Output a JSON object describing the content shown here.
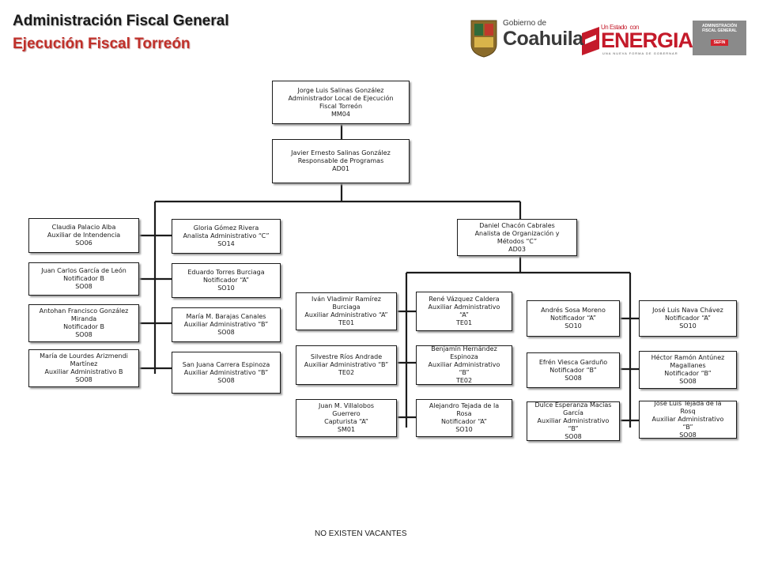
{
  "header": {
    "title": "Administración Fiscal General",
    "subtitle": "Ejecución Fiscal Torreón"
  },
  "logos": {
    "coahuila_small": "Gobierno de",
    "coahuila_big": "Coahuila",
    "energia_top": "Un Estado",
    "energia_con": "con",
    "energia_main": "ENERGIA",
    "energia_tag": "UNA NUEVA FORMA DE GOBERNAR",
    "afg_line1": "ADMINISTRACIÓN",
    "afg_line2": "FISCAL GENERAL",
    "afg_sefin": "SEFIN",
    "colors": {
      "red": "#c41a2a",
      "gray": "#8a8a8a",
      "shield": "#8a6b2a"
    }
  },
  "org": {
    "jorge": [
      "Jorge Luis Salinas González",
      "Administrador Local de Ejecución",
      "Fiscal Torreón",
      "MM04"
    ],
    "javier": [
      "Javier Ernesto Salinas González",
      "Responsable de Programas",
      "AD01"
    ],
    "claudia": [
      "Claudia Palacio Alba",
      "Auxiliar de Intendencia",
      "SO06"
    ],
    "juan_carlos": [
      "Juan Carlos García de León",
      "Notificador B",
      "SO08"
    ],
    "antohan": [
      "Antohan Francisco González",
      "Miranda",
      "Notificador B",
      "SO08"
    ],
    "maria_lourdes": [
      "María de Lourdes Arizmendi",
      "Martínez",
      "Auxiliar Administrativo B",
      "SO08"
    ],
    "gloria": [
      "Gloria Gómez Rivera",
      "Analista Administrativo “C”",
      "SO14"
    ],
    "eduardo": [
      "Eduardo Torres Burciaga",
      "Notificador “A”",
      "SO10"
    ],
    "maria_barajas": [
      "María M. Barajas Canales",
      "Auxiliar Administrativo “B”",
      "SO08"
    ],
    "san_juana": [
      "San Juana Carrera Espinoza",
      "Auxiliar Administrativo “B”",
      "SO08"
    ],
    "daniel": [
      "Daniel Chacón Cabrales",
      "Analista de Organización y",
      "Métodos “C”",
      "AD03"
    ],
    "ivan": [
      "Iván Vladimir Ramírez",
      "Burciaga",
      "Auxiliar Administrativo “A”",
      "TE01"
    ],
    "silvestre": [
      "Silvestre Ríos Andrade",
      "Auxiliar Administrativo “B”",
      "TE02"
    ],
    "juan_villalobos": [
      "Juan M. Villalobos",
      "Guerrero",
      "Capturista “A”",
      "SM01"
    ],
    "rene": [
      "René Vázquez Caldera",
      "Auxiliar Administrativo",
      "“A”",
      "TE01"
    ],
    "benjamin": [
      "Benjamín Hernández",
      "Espinoza",
      "Auxiliar Administrativo",
      "“B”",
      "TE02"
    ],
    "alejandro": [
      "Alejandro Tejada de la",
      "Rosa",
      "Notificador “A”",
      "SO10"
    ],
    "andres": [
      "Andrés Sosa Moreno",
      "Notificador “A”",
      "SO10"
    ],
    "efren": [
      "Efrén Viesca Garduño",
      "Notificador “B”",
      "SO08"
    ],
    "dulce": [
      "Dulce Esperanza Macías",
      "García",
      "Auxiliar Administrativo",
      "“B”",
      "SO08"
    ],
    "jose_nava": [
      "José Luis Nava Chávez",
      "Notificador “A”",
      "SO10"
    ],
    "hector": [
      "Héctor Ramón Antúnez",
      "Magallanes",
      "Notificador “B”",
      "SO08"
    ],
    "jose_tejada": [
      "José Luis Tejada de la",
      "Rosq",
      "Auxiliar Administrativo",
      "“B”",
      "SO08"
    ]
  },
  "footer": "NO EXISTEN VACANTES"
}
